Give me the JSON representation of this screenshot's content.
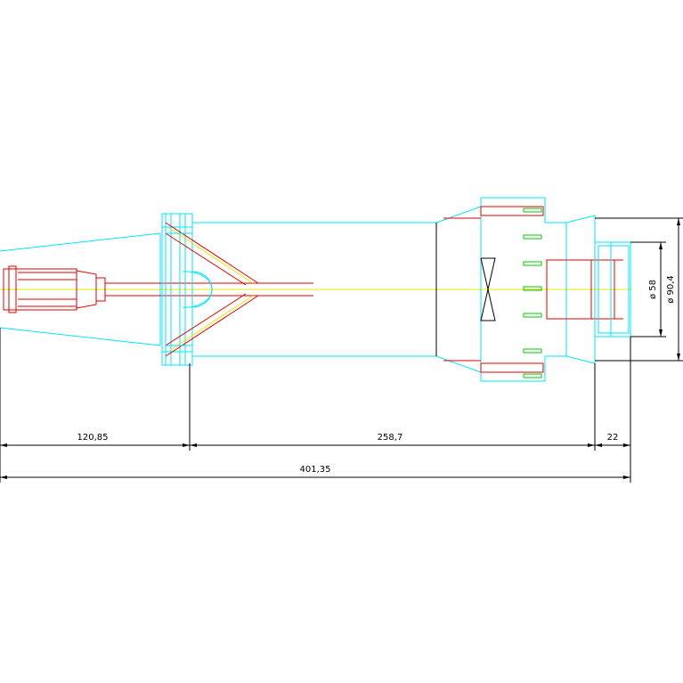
{
  "dimensions": {
    "horizontal": {
      "seg1": "120,85",
      "seg2": "258,7",
      "seg3": "22",
      "total": "401,35"
    },
    "vertical": {
      "inner_diameter": "ø 58",
      "outer_diameter": "ø 90,4"
    }
  },
  "colors": {
    "outline": "#00e5ff",
    "detail": "#e00000",
    "centerline": "#e8e800",
    "dimension": "#000000",
    "accent": "#00c800"
  }
}
